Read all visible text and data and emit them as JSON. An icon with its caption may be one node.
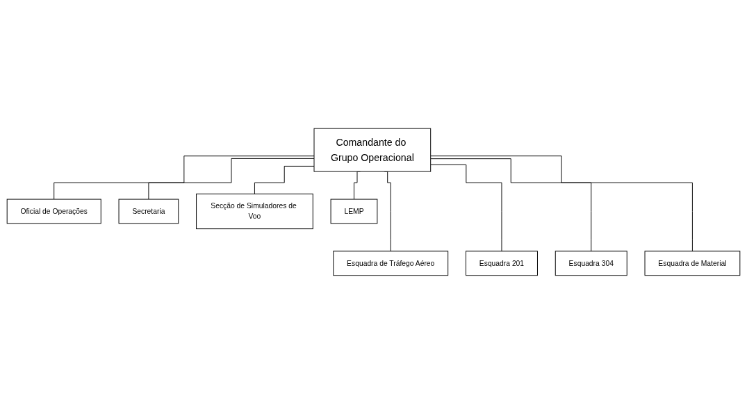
{
  "diagram": {
    "nodes": [
      {
        "text": [
          "Comandante do Grupo Operacional"
        ]
      },
      {
        "text": [
          "Oficial de Operações"
        ]
      },
      {
        "text": [
          "Secretaria"
        ]
      },
      {
        "text": [
          "Secção de Simuladores de Voo"
        ]
      },
      {
        "text": [
          "LEMP"
        ]
      },
      {
        "text": [
          "Esquadra de Tráfego Aéreo"
        ]
      },
      {
        "text": [
          "Esquadra 201"
        ]
      },
      {
        "text": [
          "Esquadra 304"
        ]
      },
      {
        "text": [
          "Esquadra de Material"
        ]
      }
    ],
    "edges": [
      {
        "from": 0,
        "to": 1,
        "arrow": "none"
      },
      {
        "from": 0,
        "to": 2,
        "arrow": "none"
      },
      {
        "from": 0,
        "to": 3,
        "arrow": "none"
      },
      {
        "from": 0,
        "to": 4,
        "arrow": "none"
      },
      {
        "from": 0,
        "to": 5,
        "arrow": "none"
      },
      {
        "from": 0,
        "to": 6,
        "arrow": "none"
      },
      {
        "from": 0,
        "to": 7,
        "arrow": "none"
      },
      {
        "from": 0,
        "to": 8,
        "arrow": "none"
      }
    ]
  }
}
